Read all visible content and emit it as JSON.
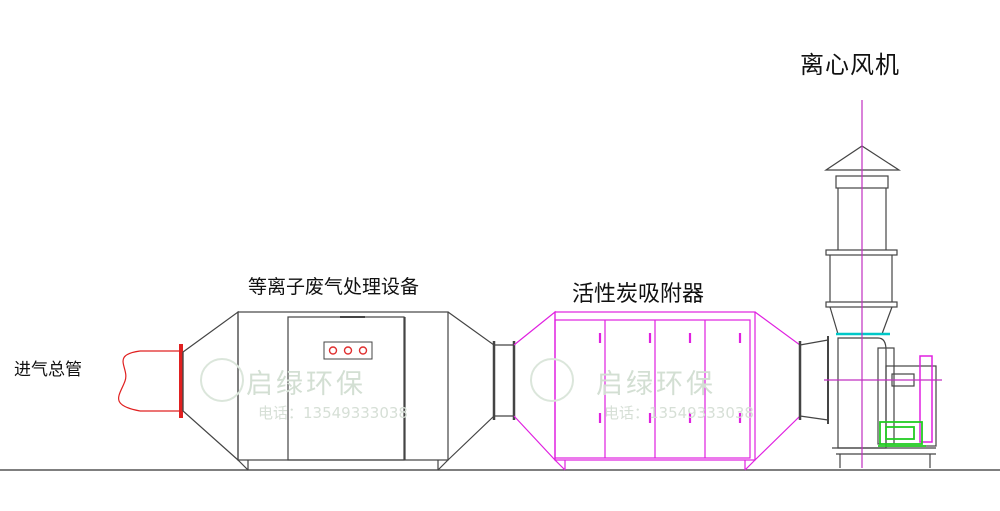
{
  "labels": {
    "inlet": "进气总管",
    "plasma_unit": "等离子废气处理设备",
    "carbon_adsorber": "活性炭吸附器",
    "fan": "离心风机"
  },
  "watermark": {
    "name": "启绿环保",
    "phone": "电话：13549333038"
  },
  "colors": {
    "outline": "#444444",
    "ground": "#555555",
    "inlet_pipe": "#e02020",
    "carbon_unit": "#e020e0",
    "fan_axis": "#c030c0",
    "motor": "#22cc22",
    "band": "#00c8c8",
    "watermark": "#d3dfd3"
  }
}
